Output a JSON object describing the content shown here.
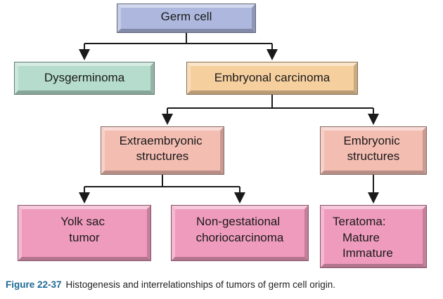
{
  "nodes": {
    "germ_cell": {
      "lines": [
        "Germ cell"
      ]
    },
    "dysgerminoma": {
      "lines": [
        "Dysgerminoma"
      ]
    },
    "embryonal_carcinoma": {
      "lines": [
        "Embryonal carcinoma"
      ]
    },
    "extraembryonic": {
      "lines": [
        "Extraembryonic",
        "structures"
      ]
    },
    "embryonic": {
      "lines": [
        "Embryonic",
        "structures"
      ]
    },
    "yolk_sac": {
      "lines": [
        "Yolk sac",
        "tumor"
      ]
    },
    "non_gestational": {
      "lines": [
        "Non-gestational",
        "choriocarcinoma"
      ]
    },
    "teratoma": {
      "lines": [
        "Teratoma:",
        "Mature",
        "Immature"
      ]
    }
  },
  "colors": {
    "blue": "#aeb8de",
    "green": "#b5dccc",
    "orange": "#f6cf9e",
    "salmon": "#f4bdb2",
    "pink": "#ef9bbd",
    "caption_accent": "#1e6a94"
  },
  "caption": {
    "figure_label": "Figure 22-37",
    "text": "Histogenesis and interrelationships of tumors of germ cell origin."
  }
}
